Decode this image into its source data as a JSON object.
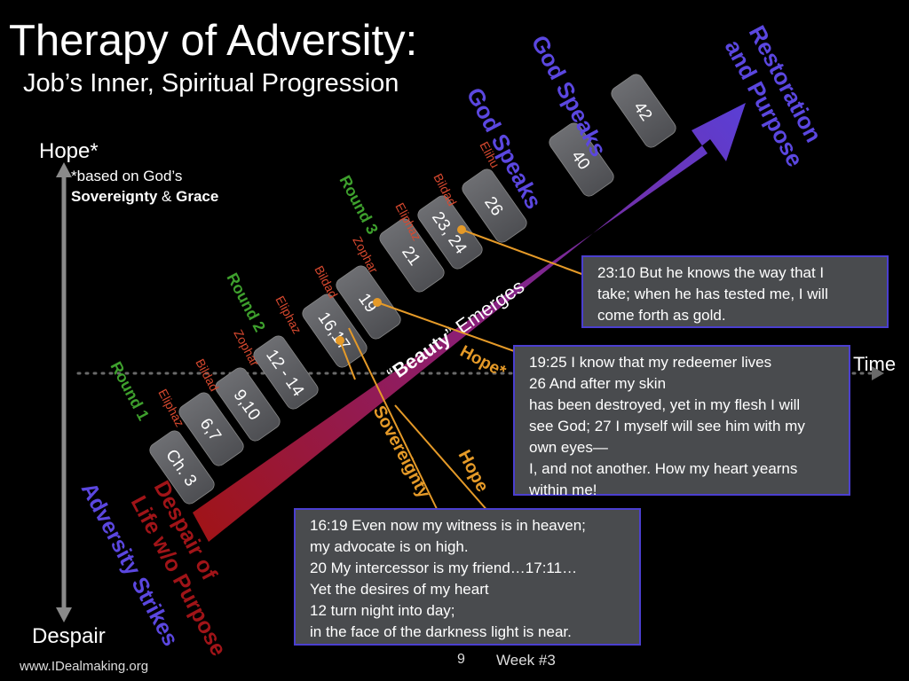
{
  "title": "Therapy of Adversity:",
  "subtitle": "Job’s Inner,  Spiritual Progression",
  "axis": {
    "top_label": "Hope*",
    "note_line1": "*based on God’s",
    "note_sovereignty": "Sovereignty",
    "note_amp": " & ",
    "note_grace": "Grace",
    "bottom_label": "Despair",
    "time_label": "Time"
  },
  "arrow": {
    "quote_open": "“",
    "beauty": "Beauty",
    "quote_close": "”",
    "emerges": " Emerges",
    "start_line1": "Despair of",
    "start_line2": "Life w/o Purpose",
    "start_caption": "Adversity Strikes",
    "end_line1": "Restoration",
    "end_line2": "and Purpose"
  },
  "chapters": [
    "Ch. 3",
    "6,7",
    "9,10",
    "12 - 14",
    "16,17",
    "19",
    "21",
    "23, 24",
    "26",
    "40",
    "42"
  ],
  "speakers": [
    "Eliphaz",
    "Bildad",
    "Zophar",
    "Eliphaz",
    "Bildad",
    "Zophar",
    "Eliphaz",
    "Bildad",
    "Elihu"
  ],
  "rounds": [
    "Round 1",
    "Round 2",
    "Round 3"
  ],
  "god_speaks": [
    "God Speaks",
    "God Speaks"
  ],
  "callouts": {
    "hope_star": "Hope*",
    "sovereignty": "Sovereignty",
    "hope": "Hope"
  },
  "quotes": {
    "q23": [
      "23:10 But he knows the way that I",
      "take; when he has tested me, I will",
      "come forth as gold."
    ],
    "q19": [
      "19:25 I know that my redeemer lives",
      "26 And after my skin",
      "has been destroyed, yet in my flesh I will",
      "see God; 27 I myself will see him with my",
      "own eyes—",
      "I, and not another. How my heart yearns",
      "within me!"
    ],
    "q16": [
      "16:19 Even now my witness is in heaven;",
      "my advocate is on high.",
      "20 My intercessor is my friend…17:11…",
      "Yet the desires of my heart",
      "12 turn night into day;",
      "in the face of the darkness light is near."
    ]
  },
  "footer": {
    "website": "www.IDealmaking.org",
    "page": "9",
    "week": "Week #3"
  },
  "colors": {
    "arrow_start": "#a01418",
    "arrow_end": "#5a3fd6",
    "speaker": "#d8492f",
    "round": "#3ea02d",
    "callout": "#e59a28",
    "blue_text": "#5b47e0",
    "tile": "#5c5d61",
    "quote_bg": "#494b4e",
    "quote_border": "#4b3fd0"
  }
}
